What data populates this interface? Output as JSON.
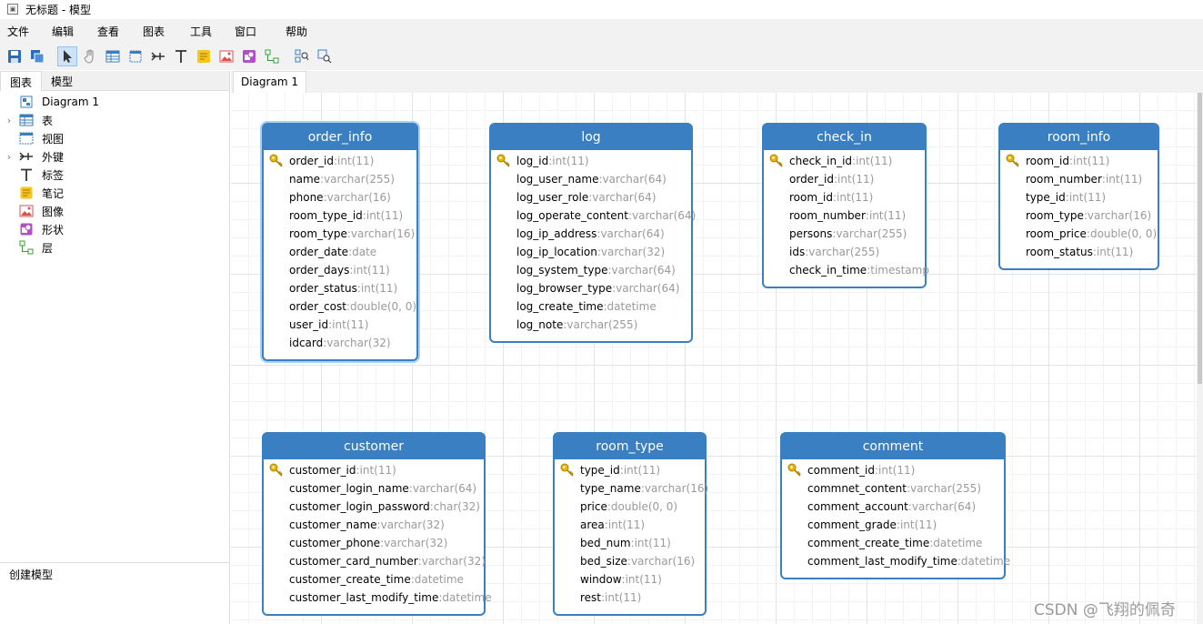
{
  "window": {
    "title": "无标题 - 模型"
  },
  "menu": [
    "文件",
    "编辑",
    "查看",
    "图表",
    "工具",
    "窗口",
    "帮助"
  ],
  "left_panel": {
    "tabs": [
      "图表",
      "模型"
    ],
    "tree": [
      {
        "label": "Diagram 1",
        "icon": "diagram-icon",
        "expandable": false
      },
      {
        "label": "表",
        "icon": "table-icon",
        "expandable": true
      },
      {
        "label": "视图",
        "icon": "view-icon",
        "expandable": false
      },
      {
        "label": "外键",
        "icon": "foreign-key-icon",
        "expandable": true
      },
      {
        "label": "标签",
        "icon": "label-icon",
        "expandable": false
      },
      {
        "label": "笔记",
        "icon": "note-icon",
        "expandable": false
      },
      {
        "label": "图像",
        "icon": "image-icon",
        "expandable": false
      },
      {
        "label": "形状",
        "icon": "shape-icon",
        "expandable": false
      },
      {
        "label": "层",
        "icon": "layer-icon",
        "expandable": false
      }
    ],
    "status": "创建模型"
  },
  "doc_tabs": [
    "Diagram 1"
  ],
  "entities": [
    {
      "name": "order_info",
      "fields": [
        {
          "name": "order_id",
          "type": "int(11)",
          "pk": true
        },
        {
          "name": "name",
          "type": "varchar(255)"
        },
        {
          "name": "phone",
          "type": "varchar(16)"
        },
        {
          "name": "room_type_id",
          "type": "int(11)"
        },
        {
          "name": "room_type",
          "type": "varchar(16)"
        },
        {
          "name": "order_date",
          "type": "date"
        },
        {
          "name": "order_days",
          "type": "int(11)"
        },
        {
          "name": "order_status",
          "type": "int(11)"
        },
        {
          "name": "order_cost",
          "type": "double(0, 0)"
        },
        {
          "name": "user_id",
          "type": "int(11)"
        },
        {
          "name": "idcard",
          "type": "varchar(32)"
        }
      ]
    },
    {
      "name": "log",
      "fields": [
        {
          "name": "log_id",
          "type": "int(11)",
          "pk": true
        },
        {
          "name": "log_user_name",
          "type": "varchar(64)"
        },
        {
          "name": "log_user_role",
          "type": "varchar(64)"
        },
        {
          "name": "log_operate_content",
          "type": "varchar(64)"
        },
        {
          "name": "log_ip_address",
          "type": "varchar(64)"
        },
        {
          "name": "log_ip_location",
          "type": "varchar(32)"
        },
        {
          "name": "log_system_type",
          "type": "varchar(64)"
        },
        {
          "name": "log_browser_type",
          "type": "varchar(64)"
        },
        {
          "name": "log_create_time",
          "type": "datetime"
        },
        {
          "name": "log_note",
          "type": "varchar(255)"
        }
      ]
    },
    {
      "name": "check_in",
      "fields": [
        {
          "name": "check_in_id",
          "type": "int(11)",
          "pk": true
        },
        {
          "name": "order_id",
          "type": "int(11)"
        },
        {
          "name": "room_id",
          "type": "int(11)"
        },
        {
          "name": "room_number",
          "type": "int(11)"
        },
        {
          "name": "persons",
          "type": "varchar(255)"
        },
        {
          "name": "ids",
          "type": "varchar(255)"
        },
        {
          "name": "check_in_time",
          "type": "timestamp"
        }
      ]
    },
    {
      "name": "room_info",
      "fields": [
        {
          "name": "room_id",
          "type": "int(11)",
          "pk": true
        },
        {
          "name": "room_number",
          "type": "int(11)"
        },
        {
          "name": "type_id",
          "type": "int(11)"
        },
        {
          "name": "room_type",
          "type": "varchar(16)"
        },
        {
          "name": "room_price",
          "type": "double(0, 0)"
        },
        {
          "name": "room_status",
          "type": "int(11)"
        }
      ]
    },
    {
      "name": "customer",
      "fields": [
        {
          "name": "customer_id",
          "type": "int(11)",
          "pk": true
        },
        {
          "name": "customer_login_name",
          "type": "varchar(64)"
        },
        {
          "name": "customer_login_password",
          "type": "char(32)"
        },
        {
          "name": "customer_name",
          "type": "varchar(32)"
        },
        {
          "name": "customer_phone",
          "type": "varchar(32)"
        },
        {
          "name": "customer_card_number",
          "type": "varchar(32)"
        },
        {
          "name": "customer_create_time",
          "type": "datetime"
        },
        {
          "name": "customer_last_modify_time",
          "type": "datetime"
        }
      ]
    },
    {
      "name": "room_type",
      "fields": [
        {
          "name": "type_id",
          "type": "int(11)",
          "pk": true
        },
        {
          "name": "type_name",
          "type": "varchar(16)"
        },
        {
          "name": "price",
          "type": "double(0, 0)"
        },
        {
          "name": "area",
          "type": "int(11)"
        },
        {
          "name": "bed_num",
          "type": "int(11)"
        },
        {
          "name": "bed_size",
          "type": "varchar(16)"
        },
        {
          "name": "window",
          "type": "int(11)"
        },
        {
          "name": "rest",
          "type": "int(11)"
        }
      ]
    },
    {
      "name": "comment",
      "fields": [
        {
          "name": "comment_id",
          "type": "int(11)",
          "pk": true
        },
        {
          "name": "commnet_content",
          "type": "varchar(255)"
        },
        {
          "name": "comment_account",
          "type": "varchar(64)"
        },
        {
          "name": "comment_grade",
          "type": "int(11)"
        },
        {
          "name": "comment_create_time",
          "type": "datetime"
        },
        {
          "name": "comment_last_modify_time",
          "type": "datetime"
        }
      ]
    }
  ],
  "watermark": "CSDN @飞翔的佩奇",
  "colors": {
    "entity_header": "#3a7fc1",
    "key_icon": "#e8b400",
    "field_type": "#9a9a9a"
  }
}
